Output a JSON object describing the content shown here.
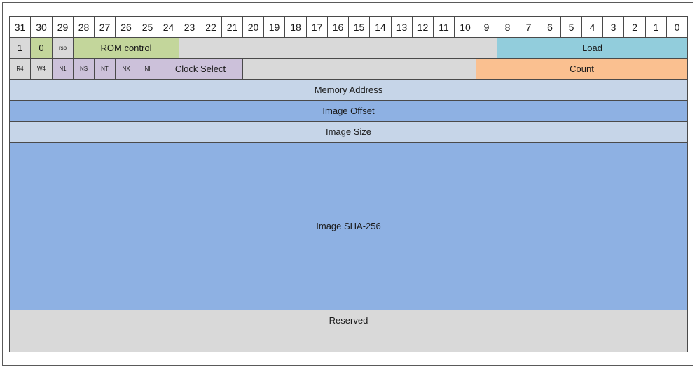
{
  "bit_numbers": [
    "31",
    "30",
    "29",
    "28",
    "27",
    "26",
    "25",
    "24",
    "23",
    "22",
    "21",
    "20",
    "19",
    "18",
    "17",
    "16",
    "15",
    "14",
    "13",
    "12",
    "11",
    "10",
    "9",
    "8",
    "7",
    "6",
    "5",
    "4",
    "3",
    "2",
    "1",
    "0"
  ],
  "word0": {
    "bit31": "1",
    "bit30": "0",
    "bit29": "rsp",
    "rom_control": "ROM control",
    "reserved": "",
    "load": "Load"
  },
  "word1": {
    "r4": "R4",
    "w4": "W4",
    "n1": "N1",
    "ns": "NS",
    "nt": "NT",
    "nx": "NX",
    "ni": "NI",
    "clock_select": "Clock Select",
    "reserved": "",
    "count": "Count"
  },
  "rows": {
    "memory_address": "Memory Address",
    "image_offset": "Image Offset",
    "image_size": "Image Size",
    "image_sha256": "Image SHA-256",
    "reserved": "Reserved"
  },
  "colors": {
    "header_bg": "#ffffff",
    "gray": "#d9d9d9",
    "green": "#c3d69b",
    "purple": "#ccc1da",
    "teal": "#92cddc",
    "orange": "#fac090",
    "light_blue": "#c6d5e8",
    "medium_blue": "#8eb1e3"
  }
}
